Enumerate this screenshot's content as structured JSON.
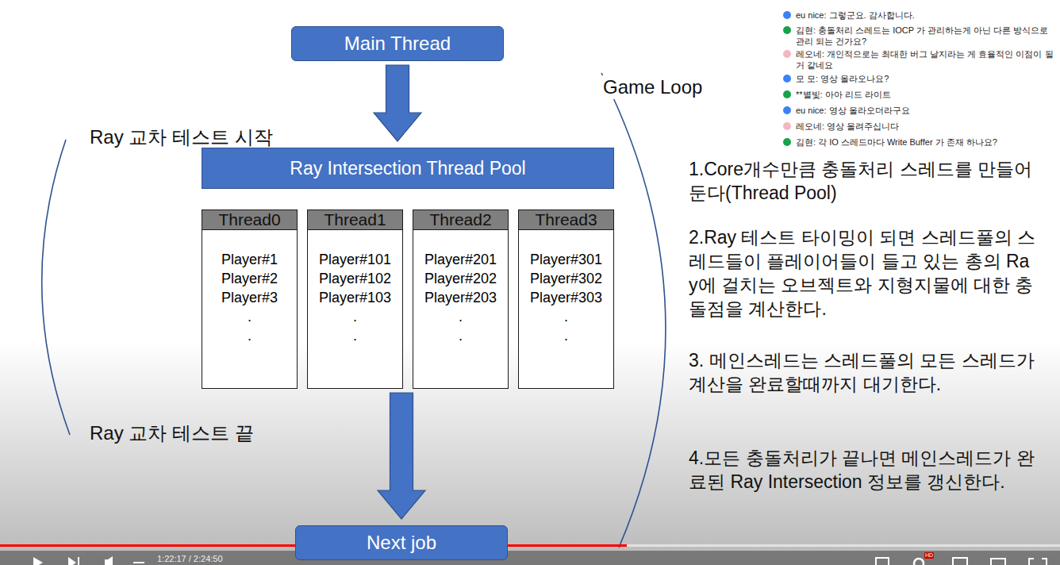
{
  "diagram": {
    "nodes": [
      {
        "text": [
          "Main Thread"
        ]
      },
      {
        "text": [
          "Ray Intersection Thread Pool"
        ]
      },
      {
        "text": [
          "Thread0",
          "Player#1 Player#2 Player#3 . ."
        ],
        "in": 1
      },
      {
        "text": [
          "Thread1",
          "Player#101 Player#102 Player#103 . ."
        ],
        "in": 1
      },
      {
        "text": [
          "Thread2",
          "Player#201 Player#202 Player#203 . ."
        ],
        "in": 1
      },
      {
        "text": [
          "Thread3",
          "Player#301 Player#302 Player#303 . ."
        ],
        "in": 1
      },
      {
        "text": [
          "Next job"
        ]
      }
    ],
    "edges": [
      {
        "from": 0,
        "to": 1,
        "arrow": "to"
      },
      {
        "from": 1,
        "to": 6,
        "arrow": "to"
      }
    ],
    "labels": [
      "Ray 교차 테스트 시작",
      "Ray 교차 테스트 끝",
      "Game Loop",
      "1.Core개수만큼 충돌처리 스레드를 만들어둔다(Thread Pool)",
      "2.Ray 테스트 타이밍이 되면 스레드풀의 스레드들이 플레이어들이 들고 있는 총의 Ray에 걸치는 오브젝트와 지형지물에 대한 충돌점을 계산한다.",
      "3. 메인스레드는 스레드풀의 모든 스레드가 계산을 완료할때까지 대기한다.",
      "4.모든 충돌처리가 끝나면 메인스레드가 완료된 Ray Intersection 정보를 갱신한다.",
      "eu nice: 그렇군요. 감사합니다.",
      "김현: 충돌처리 스레드는 IOCP 가 관리하는게 아닌 다른 방식으로 관리 되는 건가요?",
      "레오네: 개인적으로는 최대한 버그 날지라는 게 효율적인 이점이 될 거 같네요",
      "모 모: 영상 올라오나요?",
      "**별빛: 아아 리드 라이트",
      "eu nice: 영상 올라오더라구요",
      "레오네: 영상 올려주십니다",
      "김현: 각 IO 스레드마다 Write Buffer 가 존재 하나요?",
      "1:22:17 / 2:24:50",
      "HD"
    ]
  }
}
